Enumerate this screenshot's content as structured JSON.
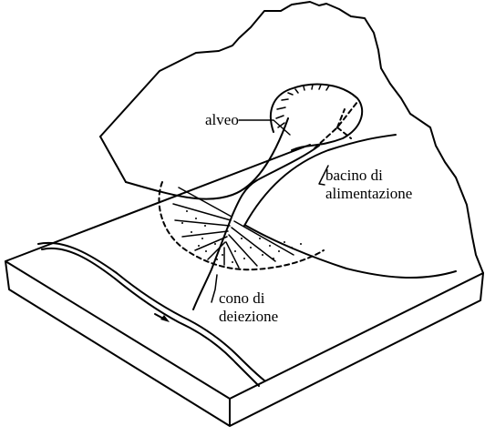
{
  "labels": {
    "alveo": "alveo",
    "bacino_line1": "bacino di",
    "bacino_line2": "alimentazione",
    "cono_line1": "cono di",
    "cono_line2": "deiezione"
  }
}
